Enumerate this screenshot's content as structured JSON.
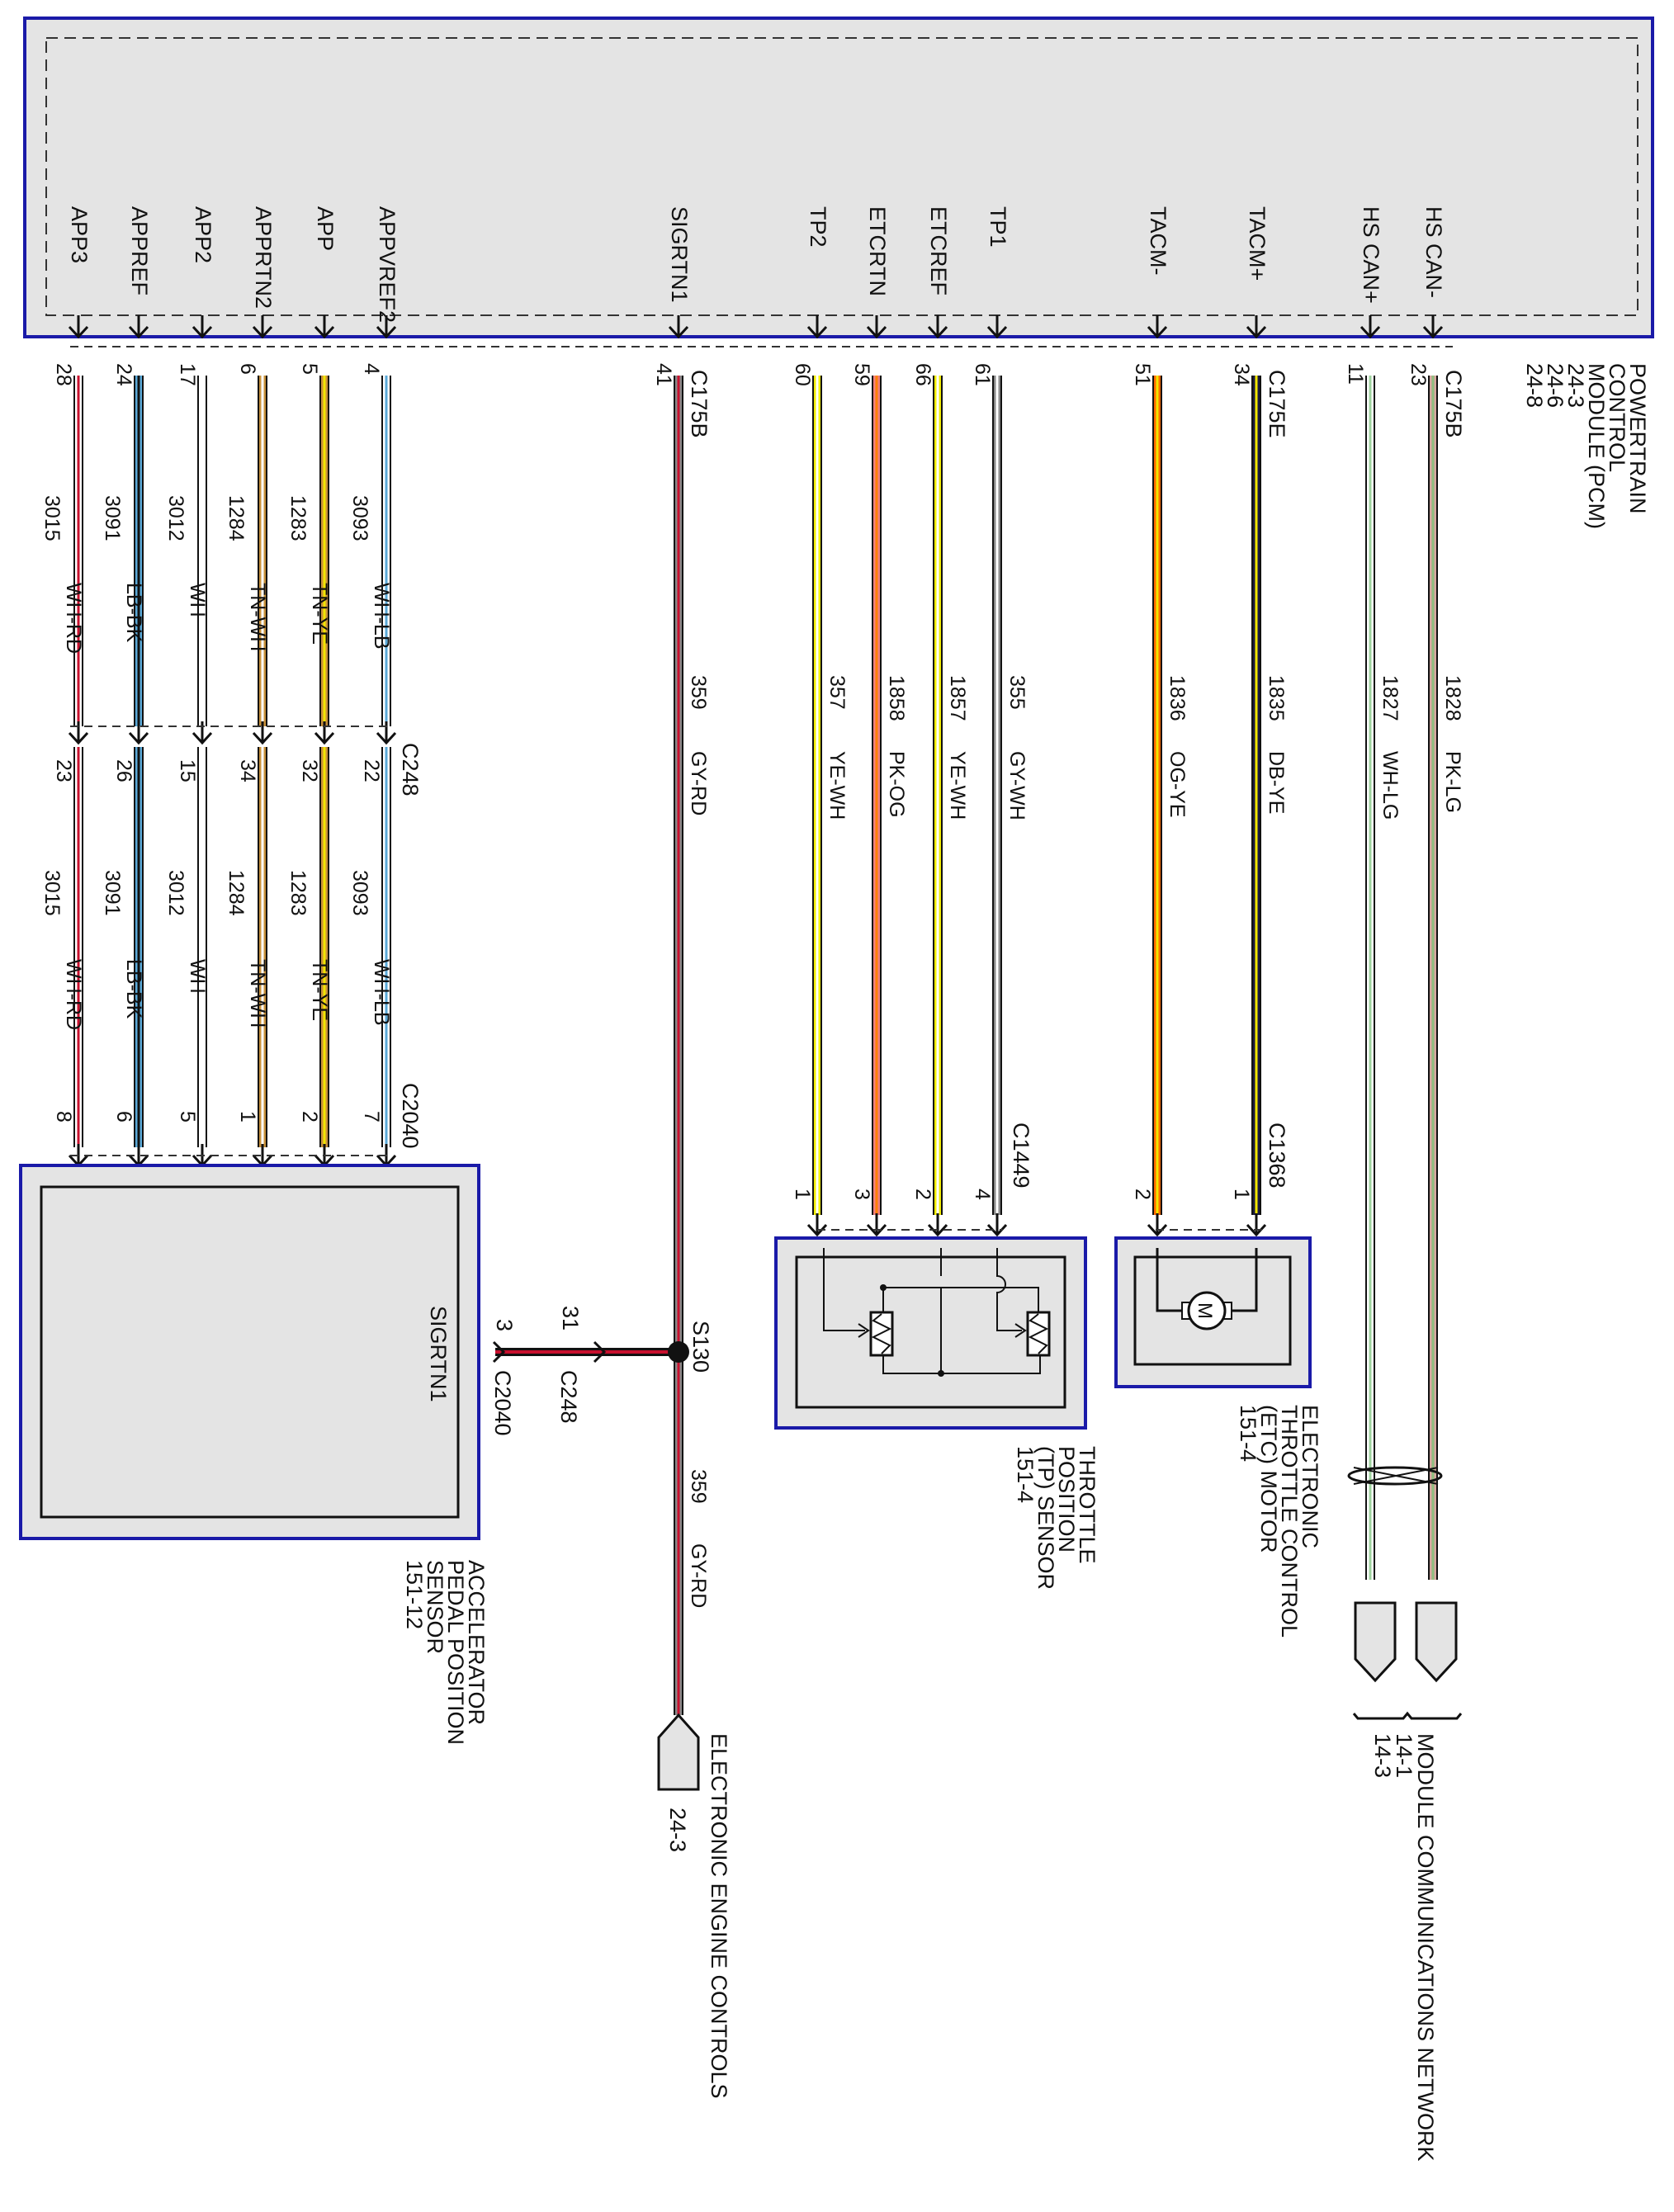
{
  "pcm": {
    "title": [
      "POWERTRAIN",
      "CONTROL",
      "MODULE (PCM)",
      "24-3",
      "24-6",
      "24-8"
    ],
    "pins": [
      {
        "id": "app3",
        "label": "APP3",
        "pin": "28",
        "wire": "3015",
        "color": "WH-RD",
        "base": "#ffffff",
        "stripe": "#c8102e"
      },
      {
        "id": "appref",
        "label": "APPREF",
        "pin": "24",
        "wire": "3091",
        "color": "LB-BK",
        "base": "#5aa9d8",
        "stripe": "#111111"
      },
      {
        "id": "app2",
        "label": "APP2",
        "pin": "17",
        "wire": "3012",
        "color": "WH",
        "base": "#ffffff",
        "stripe": ""
      },
      {
        "id": "apprtn2",
        "label": "APPRTN2",
        "pin": "6",
        "wire": "1284",
        "color": "TN-WH",
        "base": "#c8913a",
        "stripe": "#ffffff"
      },
      {
        "id": "app",
        "label": "APP",
        "pin": "5",
        "wire": "1283",
        "color": "TN-YE",
        "base": "#c8913a",
        "stripe": "#f2e600"
      },
      {
        "id": "appvref2",
        "label": "APPVREF2",
        "pin": "4",
        "wire": "3093",
        "color": "WH-LB",
        "base": "#ffffff",
        "stripe": "#5aa9d8"
      },
      {
        "id": "sigrtn1",
        "label": "SIGRTN1",
        "pin": "41",
        "wire": "359",
        "color": "GY-RD",
        "base": "#8a8a8a",
        "stripe": "#c8102e"
      },
      {
        "id": "tp2",
        "label": "TP2",
        "pin": "60",
        "wire": "357",
        "color": "YE-WH",
        "base": "#f2ed00",
        "stripe": "#ffffff"
      },
      {
        "id": "etcrtn",
        "label": "ETCRTN",
        "pin": "59",
        "wire": "1858",
        "color": "PK-OG",
        "base": "#f08080",
        "stripe": "#ff7f00"
      },
      {
        "id": "etcref",
        "label": "ETCREF",
        "pin": "66",
        "wire": "1857",
        "color": "YE-WH",
        "base": "#f2ed00",
        "stripe": "#ffffff"
      },
      {
        "id": "tp1",
        "label": "TP1",
        "pin": "61",
        "wire": "355",
        "color": "GY-WH",
        "base": "#8a8a8a",
        "stripe": "#ffffff"
      },
      {
        "id": "tacm-neg",
        "label": "TACM-",
        "pin": "51",
        "wire": "1836",
        "color": "OG-YE",
        "base": "#ff6a00",
        "stripe": "#f2e600"
      },
      {
        "id": "tacm-pos",
        "label": "TACM+",
        "pin": "34",
        "wire": "1835",
        "color": "DB-YE",
        "base": "#1a1a40",
        "stripe": "#f2e600"
      },
      {
        "id": "hs-can-pos",
        "label": "HS CAN+",
        "pin": "11",
        "wire": "1827",
        "color": "WH-LG",
        "base": "#ffffff",
        "stripe": "#9fd39f"
      },
      {
        "id": "hs-can-neg",
        "label": "HS CAN-",
        "pin": "23",
        "wire": "1828",
        "color": "PK-LG",
        "base": "#d8a7a0",
        "stripe": "#8fbf7f"
      }
    ],
    "connectors": {
      "c175b": "C175B",
      "c175e": "C175E",
      "c175b_2": "C175B"
    }
  },
  "c248": {
    "label": "C248",
    "pins": [
      "23",
      "26",
      "15",
      "34",
      "32",
      "22"
    ],
    "splice_pin": "31"
  },
  "app_sensor": {
    "connector": "C2040",
    "pins": [
      "8",
      "6",
      "5",
      "1",
      "2",
      "7"
    ],
    "labels": [
      "APP3",
      "APPREF",
      "APP2",
      "APPRTN2",
      "APP",
      "APPVREF2"
    ],
    "sigrtn_label": "SIGRTN1",
    "sigrtn_pin": "3",
    "title": [
      "ACCELERATOR",
      "PEDAL POSITION",
      "SENSOR",
      "151-12"
    ]
  },
  "splice": {
    "label": "S130",
    "connector": "C248",
    "connector2": "C2040"
  },
  "tp_sensor": {
    "connector": "C1449",
    "pins": [
      "1",
      "3",
      "2",
      "4"
    ],
    "title": [
      "THROTTLE",
      "POSITION",
      "(TP) SENSOR",
      "151-4"
    ]
  },
  "etc_motor": {
    "connector": "C1368",
    "pins": [
      "2",
      "1"
    ],
    "motor_symbol": "M",
    "title": [
      "ELECTRONIC",
      "THROTTLE CONTROL",
      "(ETC) MOTOR",
      "151-4"
    ]
  },
  "eec_ref": {
    "label": "ELECTRONIC ENGINE CONTROLS",
    "page": "24-3",
    "wire": "359",
    "color": "GY-RD"
  },
  "mcn_ref": {
    "label": "MODULE COMMUNICATIONS NETWORK",
    "pages": [
      "14-1",
      "14-3"
    ]
  },
  "colors": {
    "module_fill": "#e4e4e4",
    "module_border": "#1a1aa8",
    "line": "#111111"
  }
}
